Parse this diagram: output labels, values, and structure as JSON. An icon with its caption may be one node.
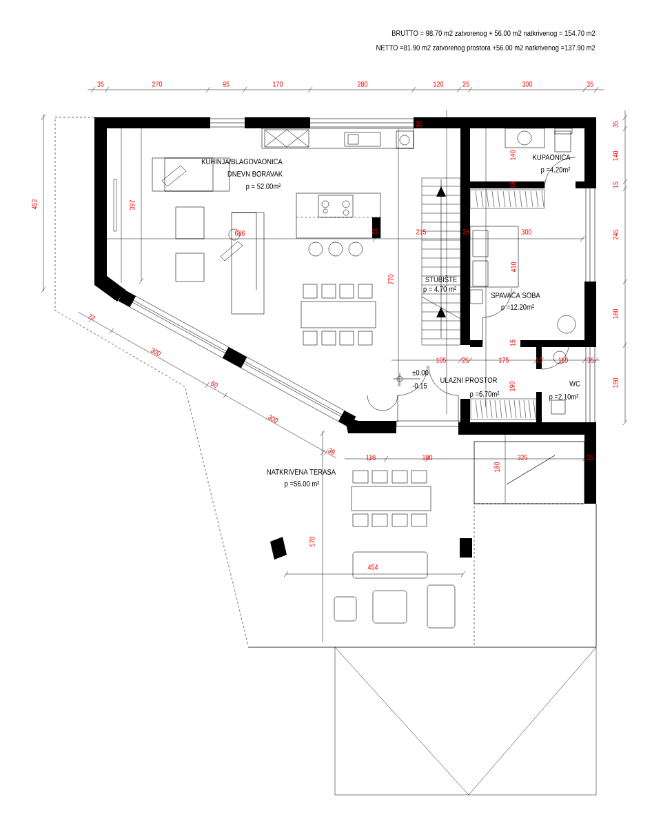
{
  "diagram": {
    "labels": [
      "BRUTTO = 98.70 m2 zatvorenog + 56.00 m2 natkrivenog = 154.70 m2",
      "NETTO =81.90 m2 zatvorenog prostora +56.00 m2 natkrivenog =137.90 m2",
      "35",
      "270",
      "95",
      "170",
      "280",
      "120",
      "25",
      "300",
      "35",
      "35",
      "140",
      "15",
      "245",
      "180",
      "452",
      "35",
      "KUHINJA/BLAGOVAONICA",
      "DNEVN BORAVAK",
      "p = 52.00m²",
      "140",
      "KUPAONICA",
      "p =4.20m²",
      "15",
      "397",
      "686",
      "25",
      "215",
      "25",
      "300",
      "410",
      "770",
      "STUBIŠTE",
      "p = 4.70 m²",
      "SPAVAĆA SOBA",
      "p =12.20m²",
      "77",
      "300",
      "60",
      "300",
      "15",
      "105",
      "25",
      "175",
      "15",
      "110",
      "35",
      "±0.00",
      "-0.15",
      "ULAZNI PROSTOR",
      "190",
      "p =6.70m²",
      "WC",
      "p =2.10m²",
      "190",
      "39",
      "118",
      "180",
      "325",
      "35",
      "180",
      "NATKRIVENA TERASA",
      "p =56.00 m²",
      "570",
      "454"
    ]
  }
}
